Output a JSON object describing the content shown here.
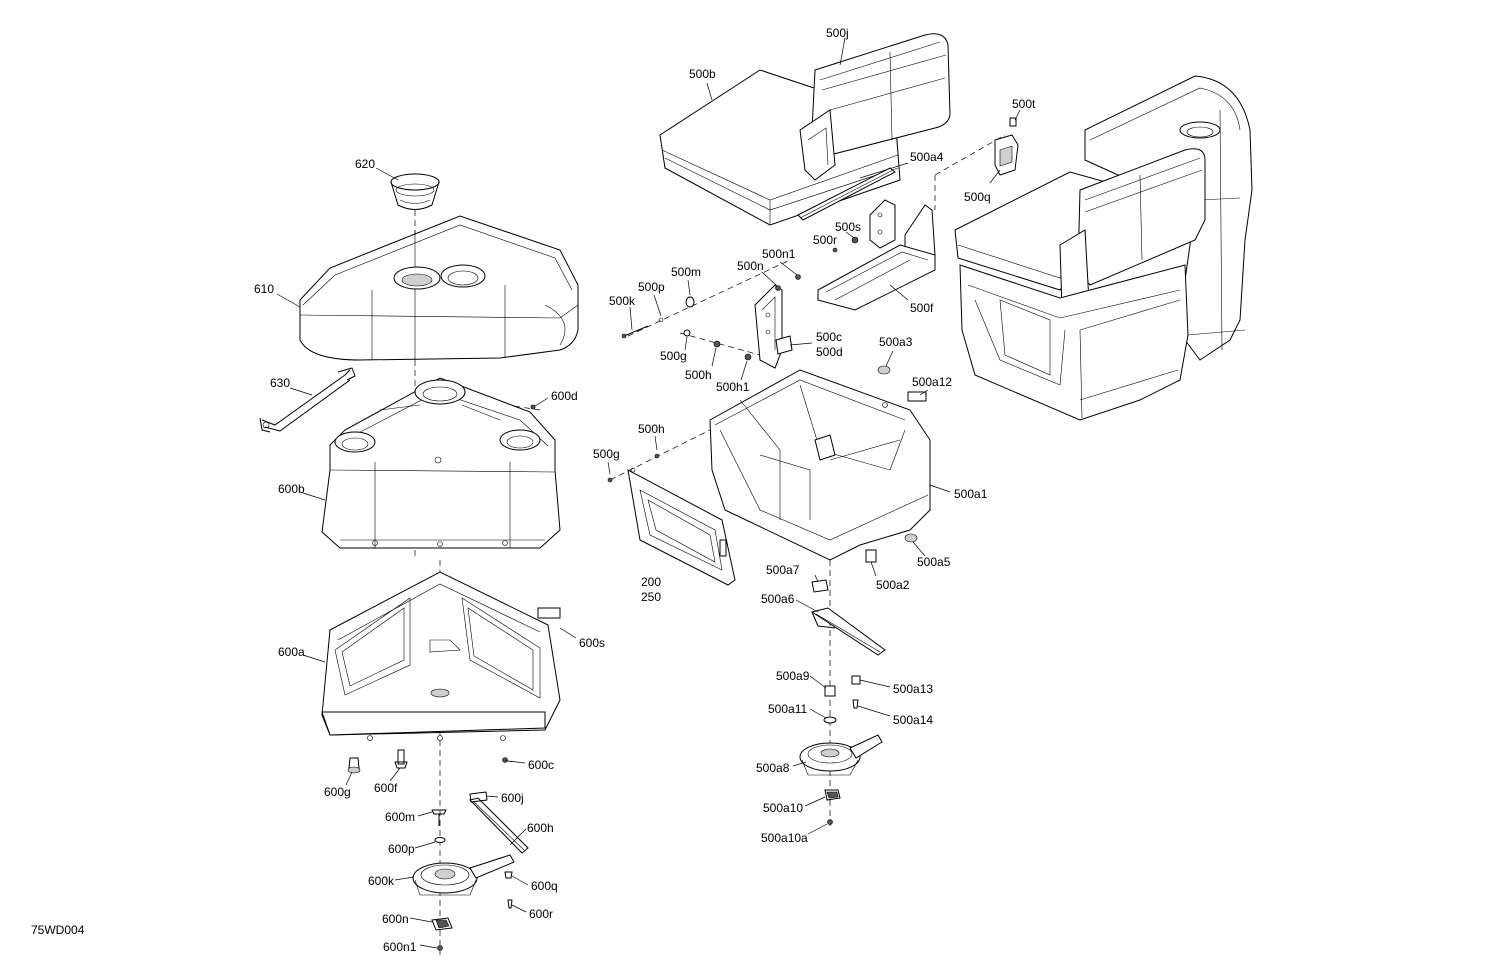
{
  "drawing_id": "75WD004",
  "labels": {
    "l_500j": "500j",
    "l_500b": "500b",
    "l_500t": "500t",
    "l_500a4": "500a4",
    "l_500q": "500q",
    "l_500s": "500s",
    "l_500r": "500r",
    "l_500n1": "500n1",
    "l_500n": "500n",
    "l_500m": "500m",
    "l_500p": "500p",
    "l_500k": "500k",
    "l_500f": "500f",
    "l_500c": "500c",
    "l_500d": "500d",
    "l_500g_top": "500g",
    "l_500h_top": "500h",
    "l_500h1": "500h1",
    "l_500a3": "500a3",
    "l_500a12": "500a12",
    "l_500h": "500h",
    "l_500g": "500g",
    "l_500a1": "500a1",
    "l_200": "200",
    "l_250": "250",
    "l_500a7": "500a7",
    "l_500a2": "500a2",
    "l_500a5": "500a5",
    "l_500a6": "500a6",
    "l_500a9": "500a9",
    "l_500a13": "500a13",
    "l_500a11": "500a11",
    "l_500a14": "500a14",
    "l_500a8": "500a8",
    "l_500a10": "500a10",
    "l_500a10a": "500a10a",
    "l_620": "620",
    "l_610": "610",
    "l_630": "630",
    "l_600d": "600d",
    "l_600b": "600b",
    "l_600s": "600s",
    "l_600a": "600a",
    "l_600c": "600c",
    "l_600g": "600g",
    "l_600f": "600f",
    "l_600j": "600j",
    "l_600m": "600m",
    "l_600h": "600h",
    "l_600p": "600p",
    "l_600k": "600k",
    "l_600q": "600q",
    "l_600r": "600r",
    "l_600n": "600n",
    "l_600n1": "600n1"
  }
}
